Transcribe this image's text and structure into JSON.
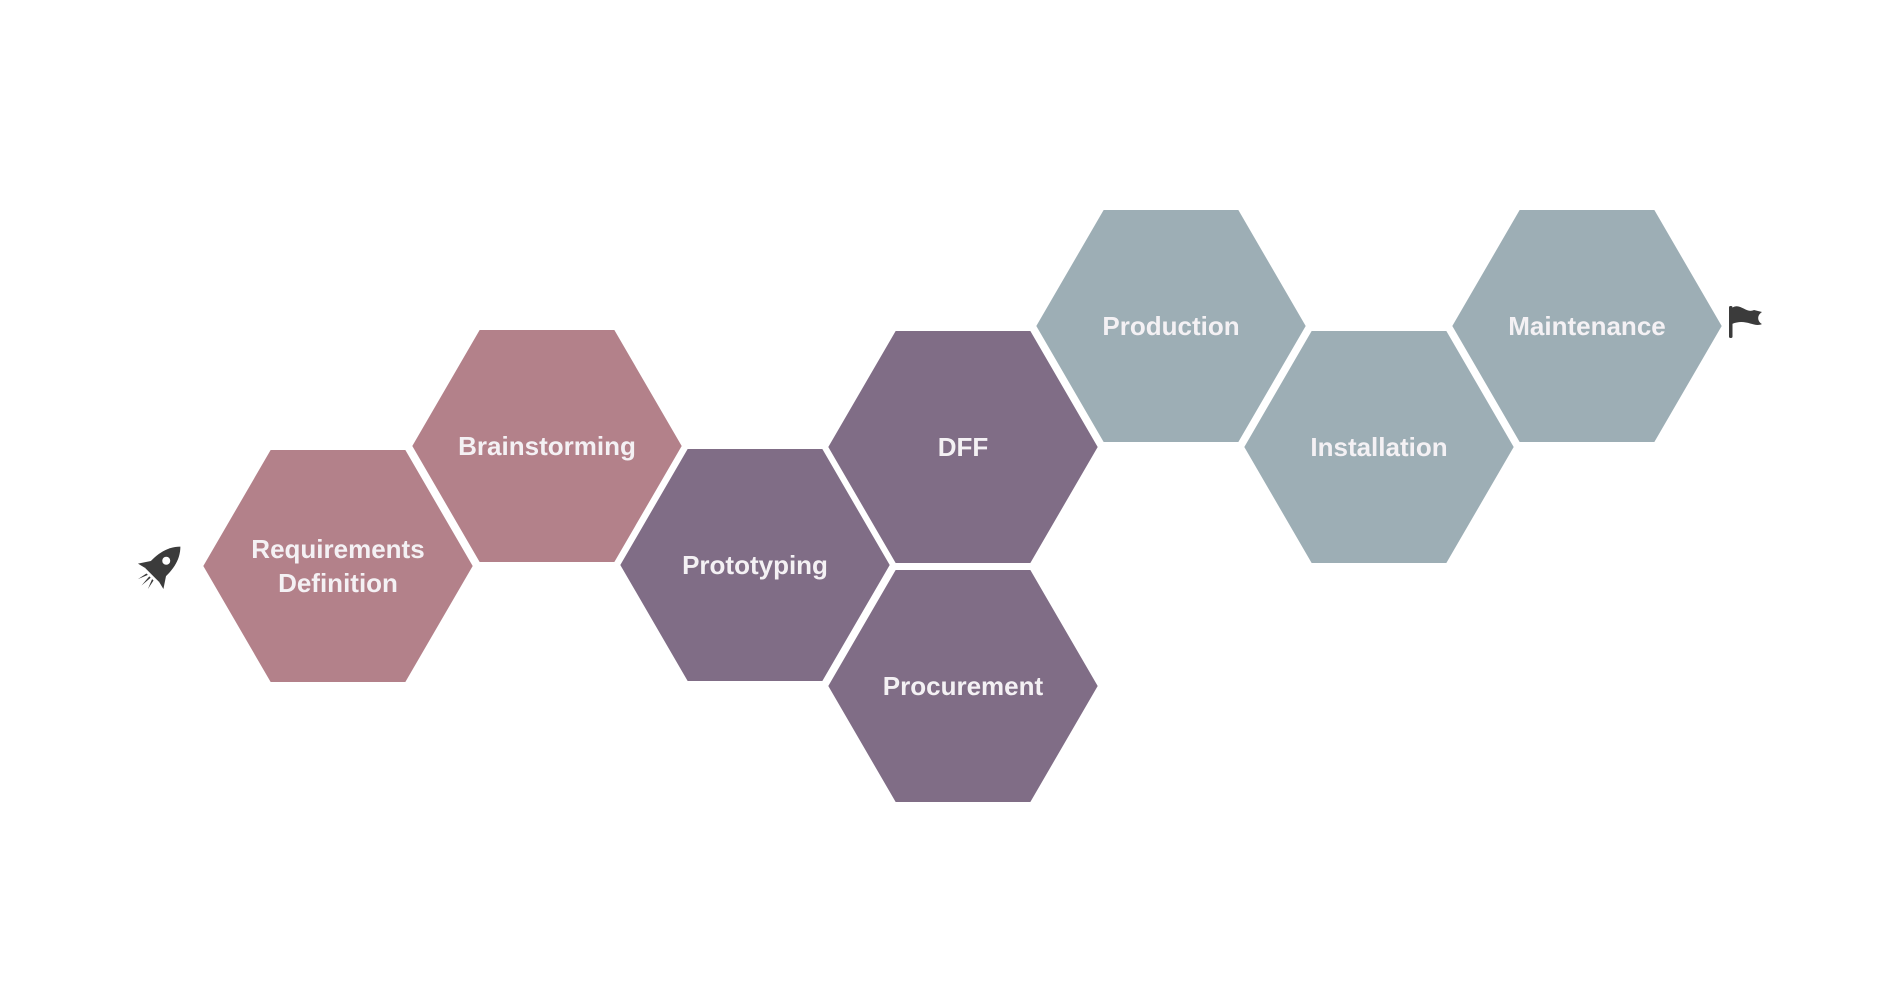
{
  "colors": {
    "rose": "#b3818a",
    "plum": "#806d86",
    "slate": "#9daeb5",
    "icon": "#3b3b3b",
    "label": "#f4f1f4"
  },
  "icons": {
    "start": "rocket-icon",
    "end": "flag-icon"
  },
  "stages": [
    {
      "id": "requirements-definition",
      "lines": [
        "Requirements",
        "Definition"
      ],
      "group": "rose"
    },
    {
      "id": "brainstorming",
      "lines": [
        "Brainstorming"
      ],
      "group": "rose"
    },
    {
      "id": "prototyping",
      "lines": [
        "Prototyping"
      ],
      "group": "plum"
    },
    {
      "id": "dff",
      "lines": [
        "DFF"
      ],
      "group": "plum"
    },
    {
      "id": "procurement",
      "lines": [
        "Procurement"
      ],
      "group": "plum"
    },
    {
      "id": "production",
      "lines": [
        "Production"
      ],
      "group": "slate"
    },
    {
      "id": "installation",
      "lines": [
        "Installation"
      ],
      "group": "slate"
    },
    {
      "id": "maintenance",
      "lines": [
        "Maintenance"
      ],
      "group": "slate"
    }
  ]
}
